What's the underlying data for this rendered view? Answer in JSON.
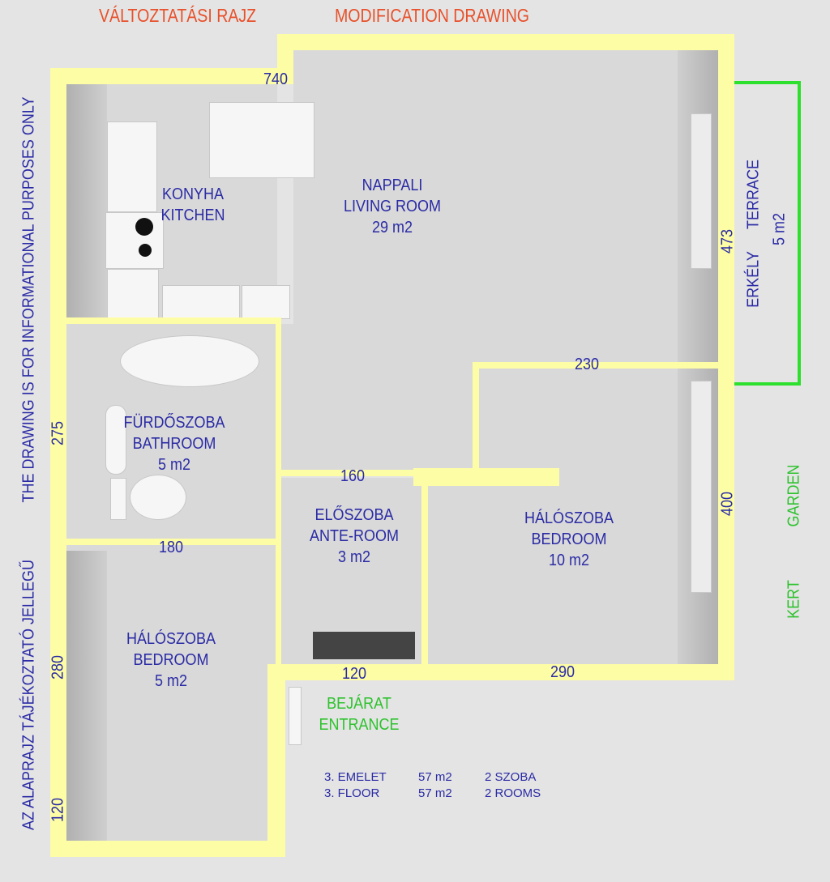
{
  "titles": {
    "hu": "VÁLTOZTATÁSI RAJZ",
    "en": "MODIFICATION DRAWING"
  },
  "disclaimer": {
    "en": "THE DRAWING IS FOR INFORMATIONAL PURPOSES ONLY",
    "hu": "AZ ALAPRAJZ TÁJÉKOZTATÓ JELLEGŰ"
  },
  "dimensions": {
    "top": "740",
    "bath_left": "275",
    "bath_bottom": "180",
    "bedroom_left": "280",
    "entrance_left": "120",
    "ante_top": "160",
    "ante_bottom": "120",
    "bedroom_bottom": "290",
    "bedroom_top": "230",
    "terrace_side": "473",
    "bedroom_right": "400"
  },
  "rooms": {
    "kitchen": {
      "hu": "KONYHA",
      "en": "KITCHEN"
    },
    "living": {
      "hu": "NAPPALI",
      "en": "LIVING ROOM",
      "area": "29 m2"
    },
    "bath": {
      "hu": "FÜRDŐSZOBA",
      "en": "BATHROOM",
      "area": "5 m2"
    },
    "ante": {
      "hu": "ELŐSZOBA",
      "en": "ANTE-ROOM",
      "area": "3 m2"
    },
    "bedroom1": {
      "hu": "HÁLÓSZOBA",
      "en": "BEDROOM",
      "area": "10 m2"
    },
    "bedroom2": {
      "hu": "HÁLÓSZOBA",
      "en": "BEDROOM",
      "area": "5 m2"
    },
    "entrance": {
      "hu": "BEJÁRAT",
      "en": "ENTRANCE"
    },
    "terrace": {
      "hu": "ERKÉLY",
      "en": "TERRACE",
      "area": "5 m2"
    },
    "garden": {
      "hu": "KERT",
      "en": "GARDEN"
    }
  },
  "summary": [
    {
      "floor": "3. EMELET",
      "area": "57 m2",
      "rooms": "2  SZOBA"
    },
    {
      "floor": "3. FLOOR",
      "area": "57 m2",
      "rooms": "2 ROOMS"
    }
  ],
  "colors": {
    "wall": "#fdfda6",
    "text": "#2b2ba6",
    "title": "#e8502a",
    "green": "#2ec22e"
  }
}
